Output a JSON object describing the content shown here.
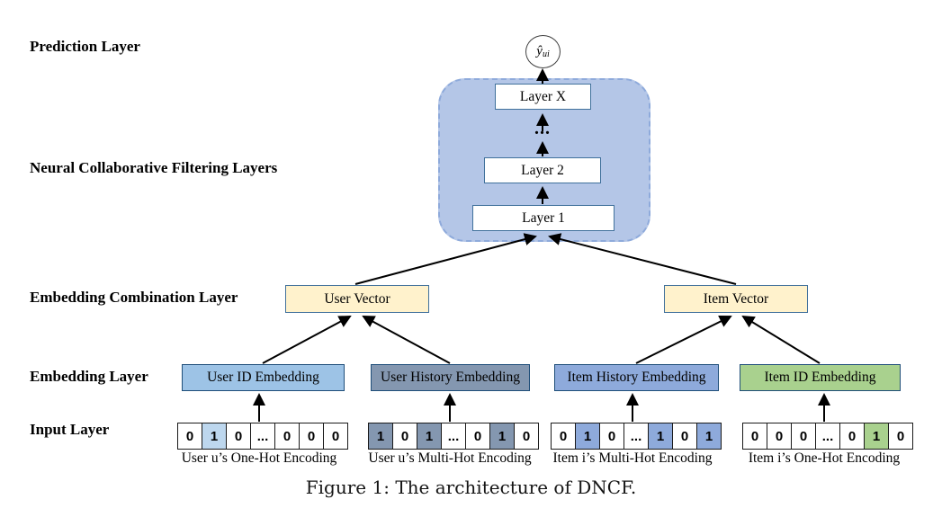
{
  "palette": {
    "ncf_container_fill": "#b4c6e7",
    "ncf_container_border": "#8eaadb",
    "layer_box_border": "#41719c",
    "vector_fill": "#fff2cc",
    "vector_border": "#41719c",
    "embedding_border": "#1f4e79",
    "user_id_fill": "#9dc3e6",
    "user_history_fill": "#8497b0",
    "item_history_fill": "#8eaadb",
    "item_id_fill": "#a9d18e",
    "arrow_color": "#000000"
  },
  "row_labels": {
    "prediction": "Prediction Layer",
    "ncf": "Neural Collaborative Filtering Layers",
    "combination": "Embedding Combination Layer",
    "embedding": "Embedding Layer",
    "input": "Input Layer"
  },
  "output": {
    "symbol": "ŷ",
    "subscript": "ui"
  },
  "ncf": {
    "layer_top": "Layer X",
    "dots": "...",
    "layer_middle": "Layer 2",
    "layer_bottom": "Layer 1"
  },
  "vectors": {
    "user": "User Vector",
    "item": "Item Vector"
  },
  "embeddings": [
    {
      "label": "User ID Embedding"
    },
    {
      "label": "User History Embedding"
    },
    {
      "label": "Item History Embedding"
    },
    {
      "label": "Item ID Embedding"
    }
  ],
  "input_rows": [
    {
      "cells": [
        "0",
        "1",
        "0",
        "...",
        "0",
        "0",
        "0"
      ],
      "highlighted": [
        1
      ],
      "highlight_color": "#bdd7ee",
      "caption": "User u’s One-Hot Encoding"
    },
    {
      "cells": [
        "1",
        "0",
        "1",
        "...",
        "0",
        "1",
        "0"
      ],
      "highlighted": [
        0,
        2,
        5
      ],
      "highlight_color": "#8497b0",
      "caption": "User u’s Multi-Hot Encoding"
    },
    {
      "cells": [
        "0",
        "1",
        "0",
        "...",
        "1",
        "0",
        "1"
      ],
      "highlighted": [
        1,
        4,
        6
      ],
      "highlight_color": "#8eaadb",
      "caption": "Item i’s Multi-Hot Encoding"
    },
    {
      "cells": [
        "0",
        "0",
        "0",
        "...",
        "0",
        "1",
        "0"
      ],
      "highlighted": [
        5
      ],
      "highlight_color": "#a9d18e",
      "caption": "Item i’s One-Hot Encoding"
    }
  ],
  "caption": "Figure 1: The architecture of DNCF."
}
